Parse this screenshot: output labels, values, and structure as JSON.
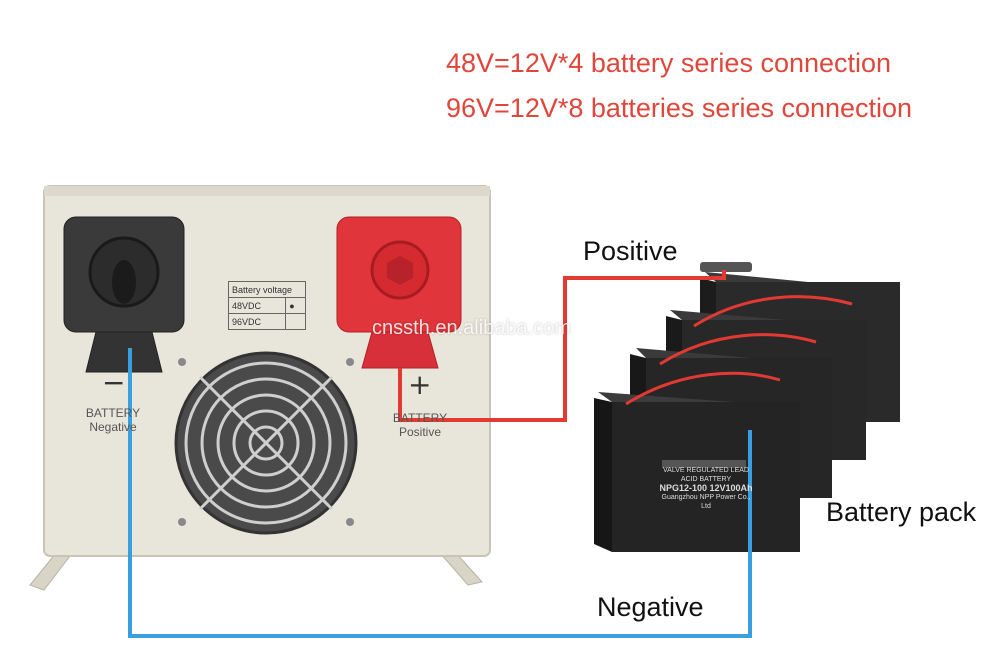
{
  "headline": {
    "line1": "48V=12V*4 battery series connection",
    "line2": "96V=12V*8 batteries series connection"
  },
  "callouts": {
    "positive": "Positive",
    "negative": "Negative",
    "battery_pack": "Battery pack"
  },
  "inverter": {
    "negative_terminal": {
      "sign": "−",
      "line1": "BATTERY",
      "line2": "Negative"
    },
    "positive_terminal": {
      "sign": "+",
      "line1": "BATTERY",
      "line2": "Positive"
    },
    "voltage_table": {
      "header": "Battery voltage",
      "row1": "48VDC",
      "row1_mark": "●",
      "row2": "96VDC"
    }
  },
  "battery": {
    "label_line1": "VALVE REGULATED LEAD ACID BATTERY",
    "model": "NPG12-100 12V100Ah",
    "maker": "Guangzhou NPP Power Co., Ltd"
  },
  "watermark": "cnssth.en.alibaba.com",
  "colors": {
    "headline": "#e0463a",
    "positive_wire": "#e23a32",
    "negative_wire": "#3a9fe0",
    "inverter_body": "#e6e3d8",
    "battery_body": "#222222"
  }
}
